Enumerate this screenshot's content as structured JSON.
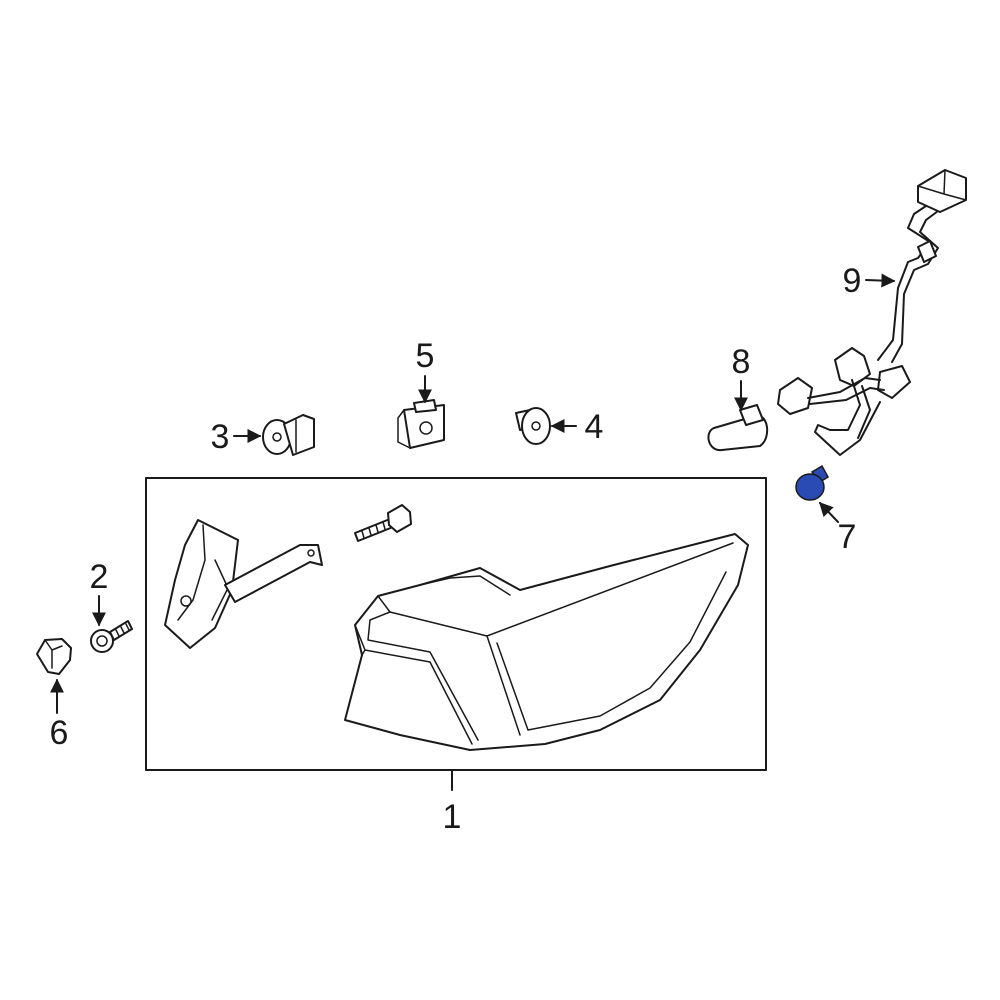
{
  "diagram": {
    "callouts": [
      {
        "id": "1",
        "label": "1"
      },
      {
        "id": "2",
        "label": "2"
      },
      {
        "id": "3",
        "label": "3"
      },
      {
        "id": "4",
        "label": "4"
      },
      {
        "id": "5",
        "label": "5"
      },
      {
        "id": "6",
        "label": "6"
      },
      {
        "id": "7",
        "label": "7"
      },
      {
        "id": "8",
        "label": "8"
      },
      {
        "id": "9",
        "label": "9"
      }
    ],
    "highlight_color": "#2a4bb4",
    "line_color": "#1a1a1a"
  }
}
